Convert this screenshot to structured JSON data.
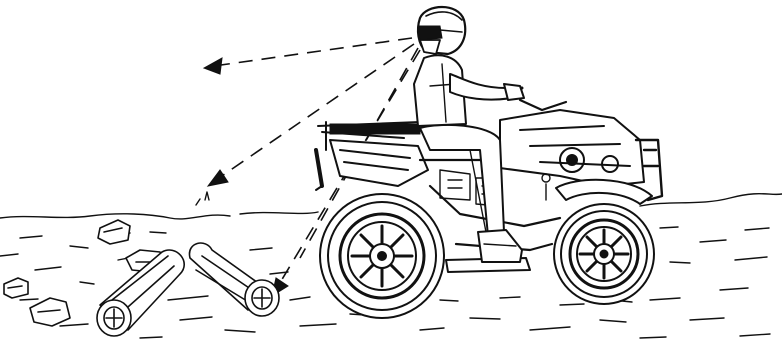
{
  "illustration": {
    "subject": "rider-on-atv-scanning-terrain",
    "colors": {
      "ink": "#111111",
      "paper": "#ffffff"
    },
    "sight_lines": 4,
    "obstacles": [
      "rock",
      "rock",
      "rock",
      "rock",
      "rock",
      "log",
      "log"
    ]
  }
}
